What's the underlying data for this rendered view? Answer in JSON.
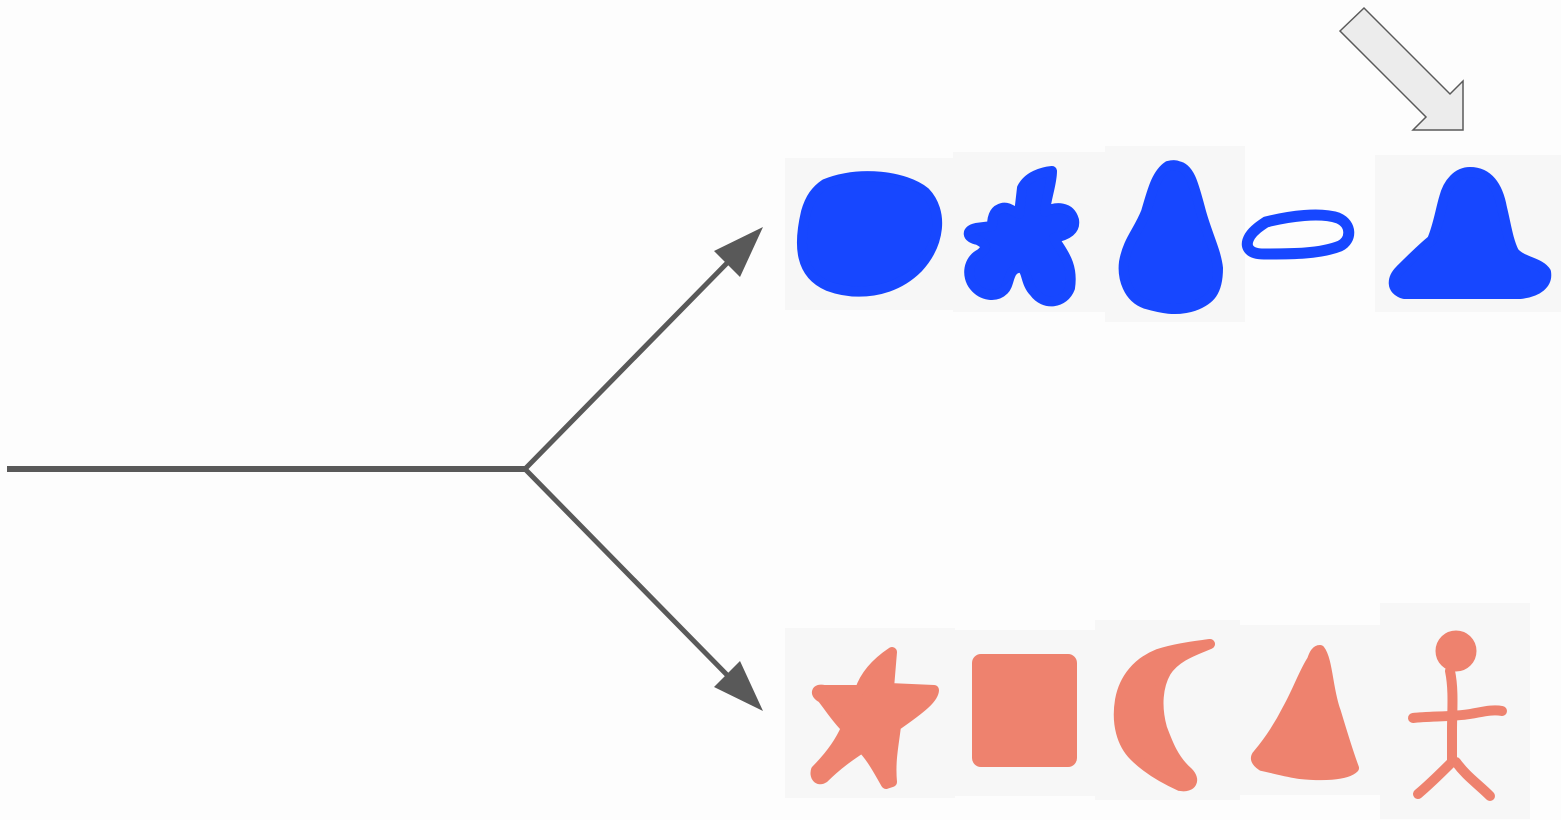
{
  "colors": {
    "background": "#fdfdfd",
    "arrow": "#595959",
    "top_group": "#1747ff",
    "bottom_group": "#ee826e",
    "tile": "#f7f7f7",
    "pointer_fill": "#ececec",
    "pointer_stroke": "#5a5a5a"
  },
  "branches": [
    {
      "name": "top",
      "color_key": "top_group",
      "icons": [
        "blob-icon",
        "flower-icon",
        "drop-icon",
        "oval-icon",
        "bell-icon"
      ]
    },
    {
      "name": "bottom",
      "color_key": "bottom_group",
      "icons": [
        "star-icon",
        "square-icon",
        "crescent-icon",
        "triangle-icon",
        "stick-figure-icon"
      ]
    }
  ],
  "highlight": {
    "branch": "top",
    "index": 4,
    "marker": "down-right-arrow-icon"
  }
}
